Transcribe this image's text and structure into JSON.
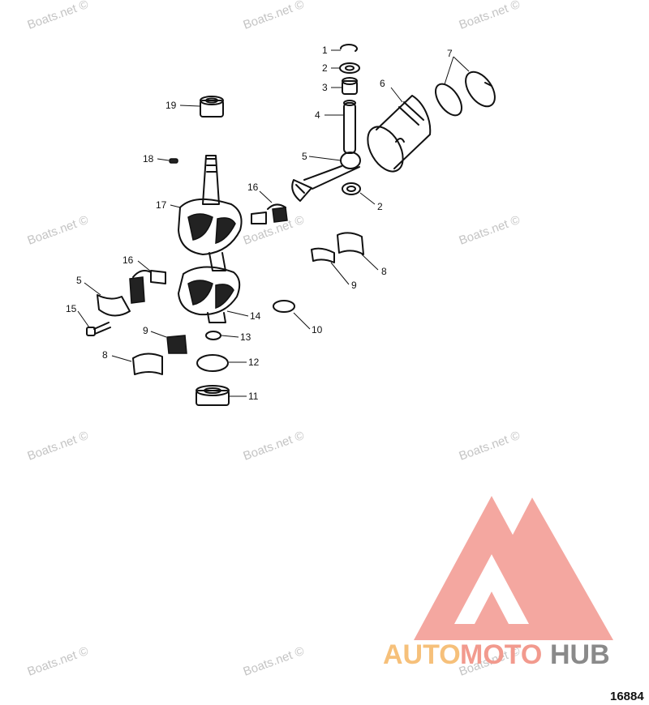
{
  "watermark_text": "Boats.net ©",
  "diagram_number": "16884",
  "logo": {
    "word_part1": "AUTO",
    "word_part2": "MOTO",
    "word_part3": "HUB",
    "color_part1": "#f6c07a",
    "color_part2": "#f29a8e",
    "color_part3": "#8a8a8a",
    "mark_color": "#f4a7a0"
  },
  "callouts": [
    {
      "id": "c1",
      "label": "1"
    },
    {
      "id": "c2a",
      "label": "2"
    },
    {
      "id": "c3",
      "label": "3"
    },
    {
      "id": "c4",
      "label": "4"
    },
    {
      "id": "c5a",
      "label": "5"
    },
    {
      "id": "c6",
      "label": "6"
    },
    {
      "id": "c7",
      "label": "7"
    },
    {
      "id": "c2b",
      "label": "2"
    },
    {
      "id": "c19",
      "label": "19"
    },
    {
      "id": "c18",
      "label": "18"
    },
    {
      "id": "c17",
      "label": "17"
    },
    {
      "id": "c16a",
      "label": "16"
    },
    {
      "id": "c16b",
      "label": "16"
    },
    {
      "id": "c5b",
      "label": "5"
    },
    {
      "id": "c15",
      "label": "15"
    },
    {
      "id": "c9a",
      "label": "9"
    },
    {
      "id": "c8a",
      "label": "8"
    },
    {
      "id": "c14",
      "label": "14"
    },
    {
      "id": "c13",
      "label": "13"
    },
    {
      "id": "c12",
      "label": "12"
    },
    {
      "id": "c11",
      "label": "11"
    },
    {
      "id": "c10",
      "label": "10"
    },
    {
      "id": "c8b",
      "label": "8"
    },
    {
      "id": "c9b",
      "label": "9"
    }
  ]
}
